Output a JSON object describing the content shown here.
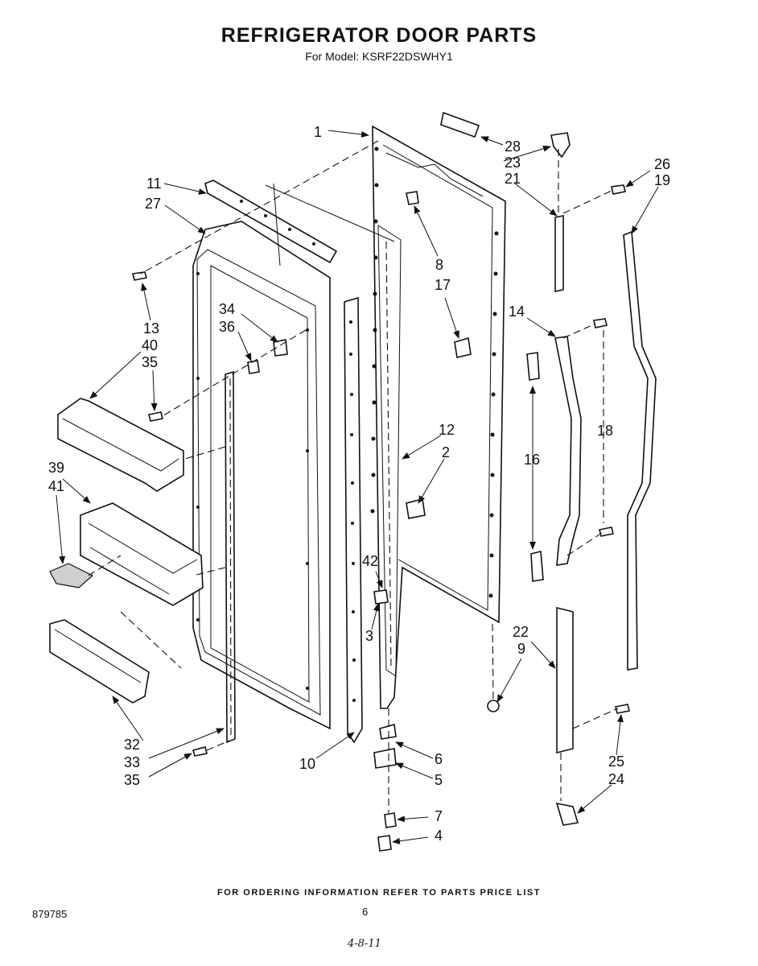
{
  "title": "REFRIGERATOR DOOR PARTS",
  "subtitle": "For Model: KSRF22DSWHY1",
  "footer_note": "FOR ORDERING INFORMATION REFER TO PARTS PRICE LIST",
  "doc_number": "879785",
  "page_number": "6",
  "handwritten_note": "4-8-11",
  "callouts": {
    "c1": "1",
    "c28": "28",
    "c23": "23",
    "c21": "21",
    "c26": "26",
    "c19": "19",
    "c11": "11",
    "c27": "27",
    "c8": "8",
    "c17": "17",
    "c34": "34",
    "c36": "36",
    "c13": "13",
    "c40": "40",
    "c35a": "35",
    "c14": "14",
    "c18": "18",
    "c12": "12",
    "c2": "2",
    "c16": "16",
    "c39": "39",
    "c41": "41",
    "c42": "42",
    "c3": "3",
    "c22": "22",
    "c9": "9",
    "c32": "32",
    "c33": "33",
    "c35b": "35",
    "c10": "10",
    "c6": "6",
    "c5": "5",
    "c25": "25",
    "c24": "24",
    "c7": "7",
    "c4": "4"
  }
}
